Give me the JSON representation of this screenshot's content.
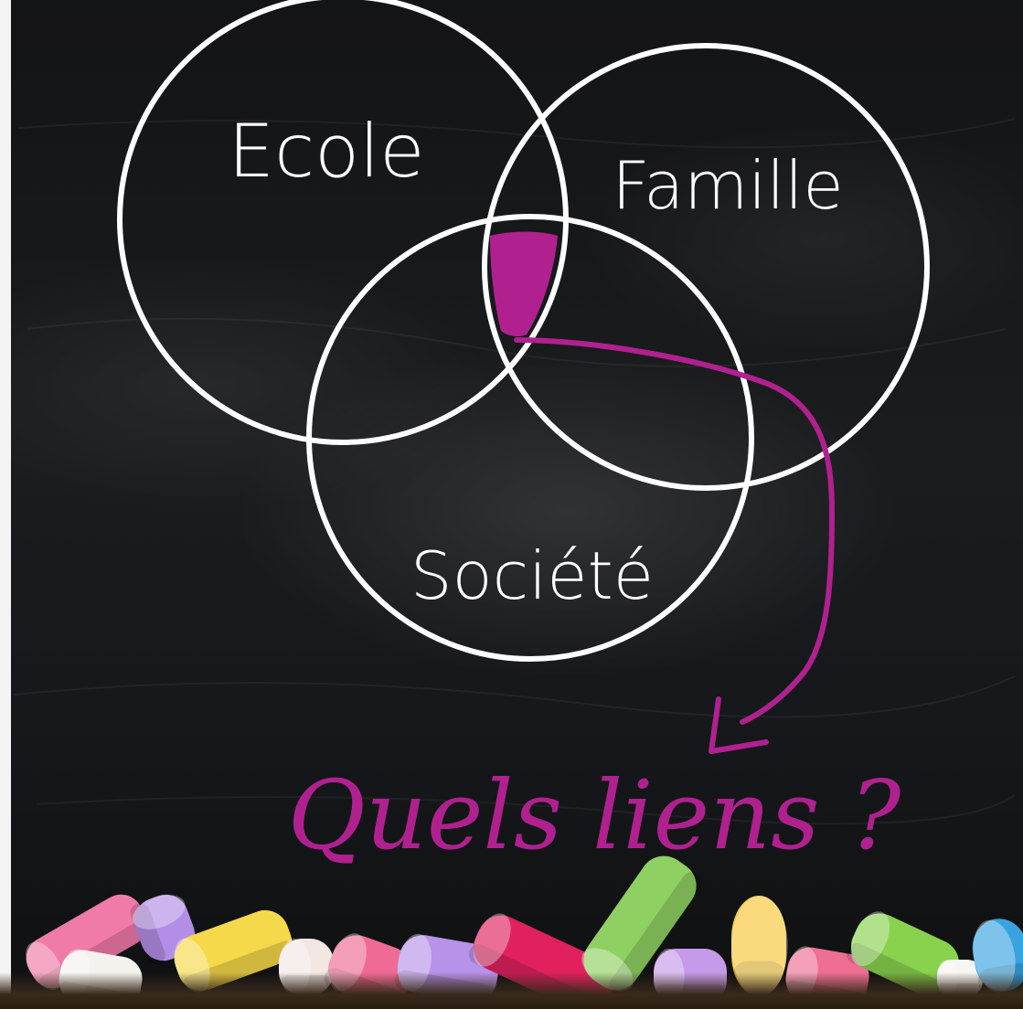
{
  "circles": [
    {
      "label": "Ecole"
    },
    {
      "label": "Famille"
    },
    {
      "label": "Société"
    }
  ],
  "question": "Quels liens ?",
  "colors": {
    "board": "#15171a",
    "chalk_line": "#ffffff",
    "accent": "#b0218f"
  },
  "chalks": [
    {
      "color": "#f07aa8"
    },
    {
      "color": "#f4f2ee"
    },
    {
      "color": "#b48de6"
    },
    {
      "color": "#f5d94a"
    },
    {
      "color": "#f3e7e4"
    },
    {
      "color": "#ef6b95"
    },
    {
      "color": "#b792e8"
    },
    {
      "color": "#e0215e"
    },
    {
      "color": "#8fd062"
    },
    {
      "color": "#f7c738"
    },
    {
      "color": "#c59ae9"
    },
    {
      "color": "#ee6e94"
    },
    {
      "color": "#89d24e"
    },
    {
      "color": "#f7f5f2"
    },
    {
      "color": "#39a3e0"
    }
  ]
}
